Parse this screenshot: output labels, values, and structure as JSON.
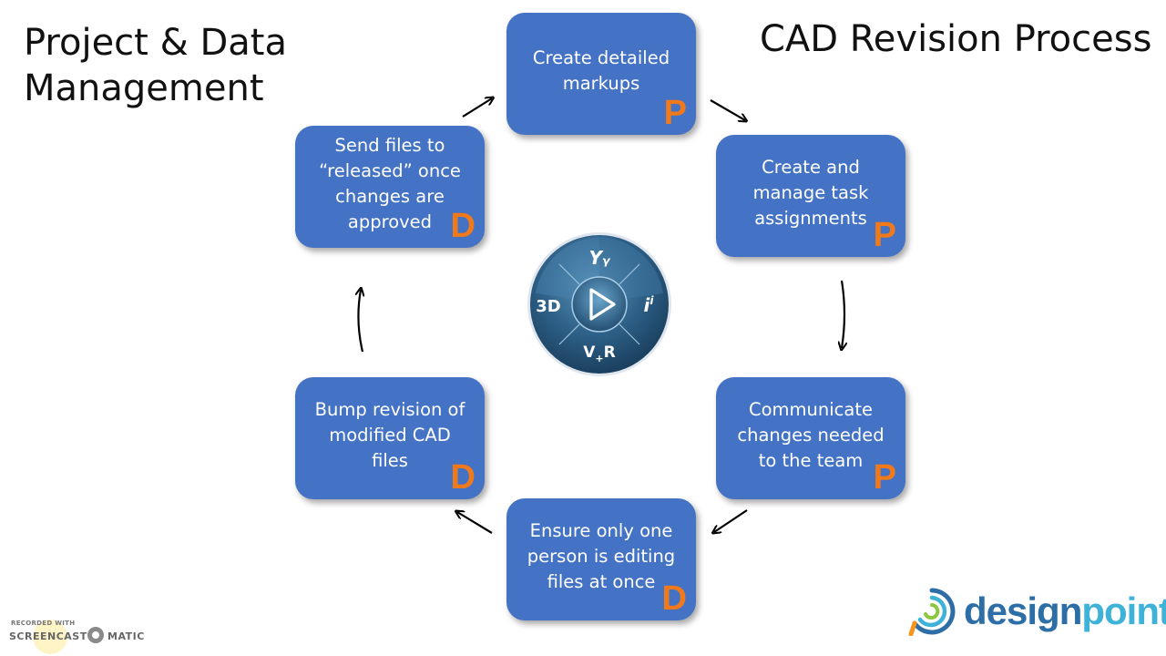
{
  "titles": {
    "left": "Project & Data Management",
    "right": "CAD Revision Process"
  },
  "steps": [
    {
      "label": "Create detailed markups",
      "tag": "P"
    },
    {
      "label": "Create and manage task assignments",
      "tag": "P"
    },
    {
      "label": "Communicate changes needed to the team",
      "tag": "P"
    },
    {
      "label": "Ensure only one person is editing files at once",
      "tag": "D"
    },
    {
      "label": "Bump revision of modified CAD files",
      "tag": "D"
    },
    {
      "label": "Send files to “released” once changes are approved",
      "tag": "D"
    }
  ],
  "center_logo": {
    "icon": "3dexperience-compass-icon",
    "left": "3D",
    "right": "i",
    "right_sup": "i",
    "bottom": "V+R"
  },
  "brand": {
    "part1": "design",
    "part2": "point",
    "icon": "designpoint-logo-icon"
  },
  "watermark": {
    "top": "RECORDED WITH",
    "left": "SCREENCAST",
    "right": "MATIC"
  },
  "colors": {
    "box": "#4472c4",
    "tag": "#f07a1b",
    "brand_dark": "#2c6ea5",
    "brand_light": "#3fb3d7"
  }
}
